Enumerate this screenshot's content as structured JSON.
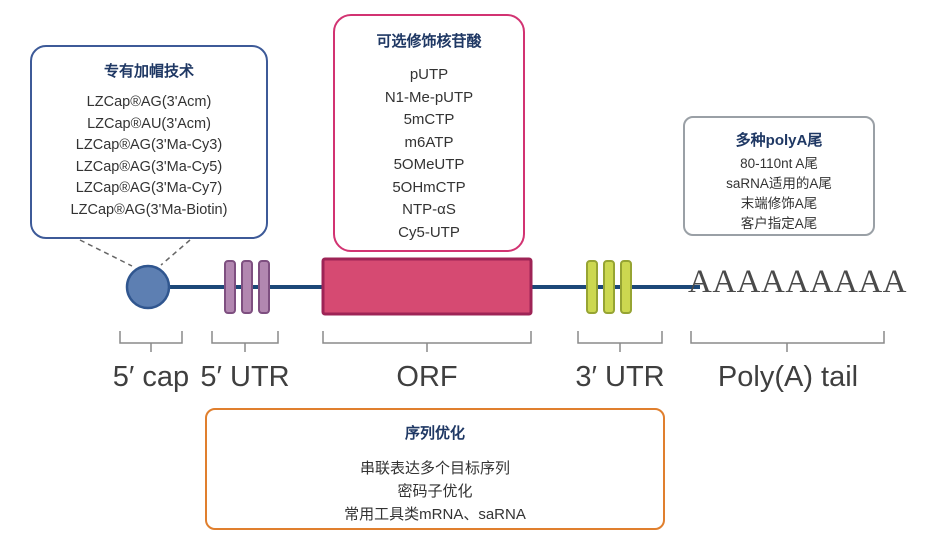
{
  "colors": {
    "navy": "#1f3864",
    "blue-border": "#3d5a98",
    "pink-border": "#d23372",
    "gray-border": "#9aa0a6",
    "orange-border": "#e07f2e",
    "line-navy": "#1c4878",
    "cap-fill": "#5d7fb2",
    "cap-stroke": "#30568f",
    "utr5-fill": "#b287b0",
    "utr5-stroke": "#7e4f80",
    "orf-fill": "#d64a72",
    "orf-stroke": "#9e2456",
    "utr3-fill": "#ccd850",
    "utr3-stroke": "#96a433"
  },
  "boxes": {
    "cap": {
      "title": "专有加帽技术",
      "items": [
        "LZCap®AG(3'Acm)",
        "LZCap®AU(3'Acm)",
        "LZCap®AG(3'Ma-Cy3)",
        "LZCap®AG(3'Ma-Cy5)",
        "LZCap®AG(3'Ma-Cy7)",
        "LZCap®AG(3'Ma-Biotin)"
      ]
    },
    "nucleotides": {
      "title": "可选修饰核苷酸",
      "items": [
        "pUTP",
        "N1-Me-pUTP",
        "5mCTP",
        "m6ATP",
        "5OMeUTP",
        "5OHmCTP",
        "NTP-αS",
        "Cy5-UTP"
      ]
    },
    "polya": {
      "title": "多种polyA尾",
      "items": [
        "80-110nt A尾",
        "saRNA适用的A尾",
        "末端修饰A尾",
        "客户指定A尾"
      ]
    },
    "sequence": {
      "title": "序列优化",
      "items": [
        "串联表达多个目标序列",
        "密码子优化",
        "常用工具类mRNA、saRNA"
      ]
    }
  },
  "diagram": {
    "polya_sequence": "AAAAAAAAA",
    "labels": {
      "cap": "5′ cap",
      "utr5": "5′ UTR",
      "orf": "ORF",
      "utr3": "3′ UTR",
      "polya": "Poly(A) tail"
    }
  }
}
